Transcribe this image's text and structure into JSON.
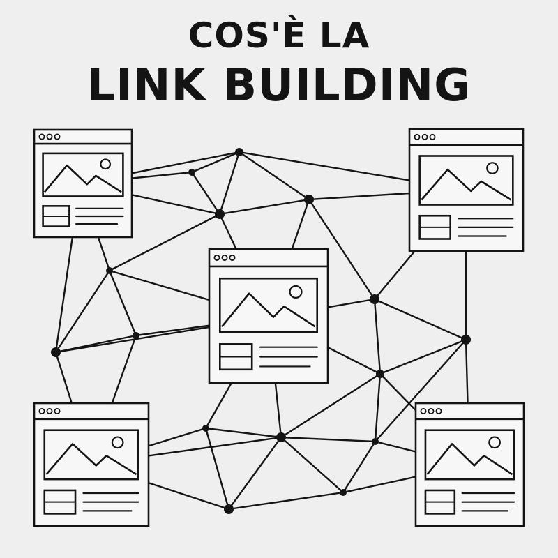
{
  "title": {
    "line1": "COS'È LA",
    "line2": "LINK BUILDING"
  },
  "colors": {
    "background": "#efefef",
    "ink": "#141414",
    "window_fill": "#f7f7f7"
  },
  "diagram": {
    "windows": [
      {
        "id": "window-top-left",
        "icon": "browser-window-icon"
      },
      {
        "id": "window-top-right",
        "icon": "browser-window-icon"
      },
      {
        "id": "window-center",
        "icon": "browser-window-icon"
      },
      {
        "id": "window-bottom-left",
        "icon": "browser-window-icon"
      },
      {
        "id": "window-bottom-right",
        "icon": "browser-window-icon"
      }
    ],
    "node_icon": "link-node-icon"
  }
}
